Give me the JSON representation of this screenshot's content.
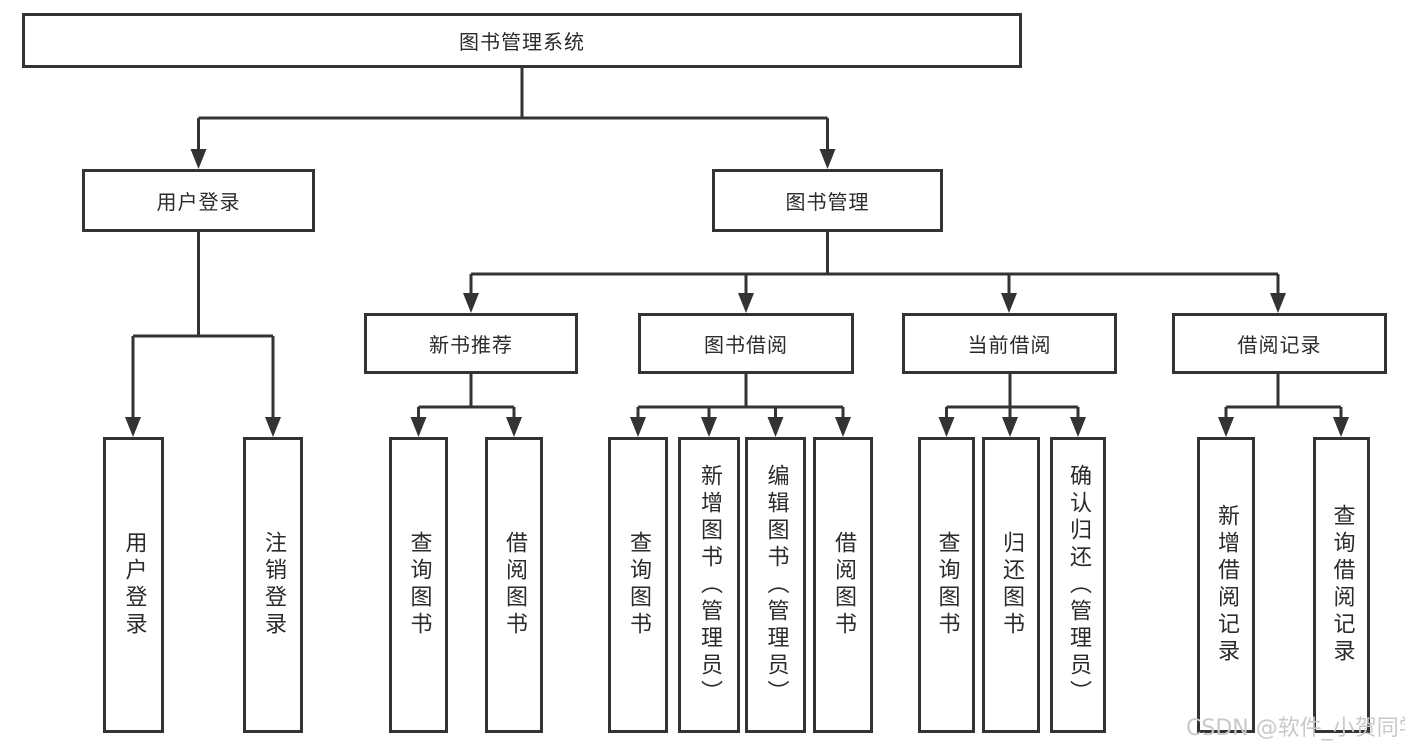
{
  "colors": {
    "line": "#333333",
    "text": "#2b2b2b",
    "box_fill": "#ffffff",
    "background": "#ffffff",
    "watermark": "#c9c9c9"
  },
  "watermark": "CSDN @软件_小贺同学",
  "tree": {
    "root": "图书管理系统",
    "branches": [
      {
        "label": "用户登录",
        "children": [
          "用户登录",
          "注销登录"
        ]
      },
      {
        "label": "图书管理",
        "groups": [
          {
            "label": "新书推荐",
            "children": [
              "查询图书",
              "借阅图书"
            ]
          },
          {
            "label": "图书借阅",
            "children": [
              "查询图书",
              "新增图书（管理员）",
              "编辑图书（管理员）",
              "借阅图书"
            ]
          },
          {
            "label": "当前借阅",
            "children": [
              "查询图书",
              "归还图书",
              "确认归还（管理员）"
            ]
          },
          {
            "label": "借阅记录",
            "children": [
              "新增借阅记录",
              "查询借阅记录"
            ]
          }
        ]
      }
    ]
  }
}
